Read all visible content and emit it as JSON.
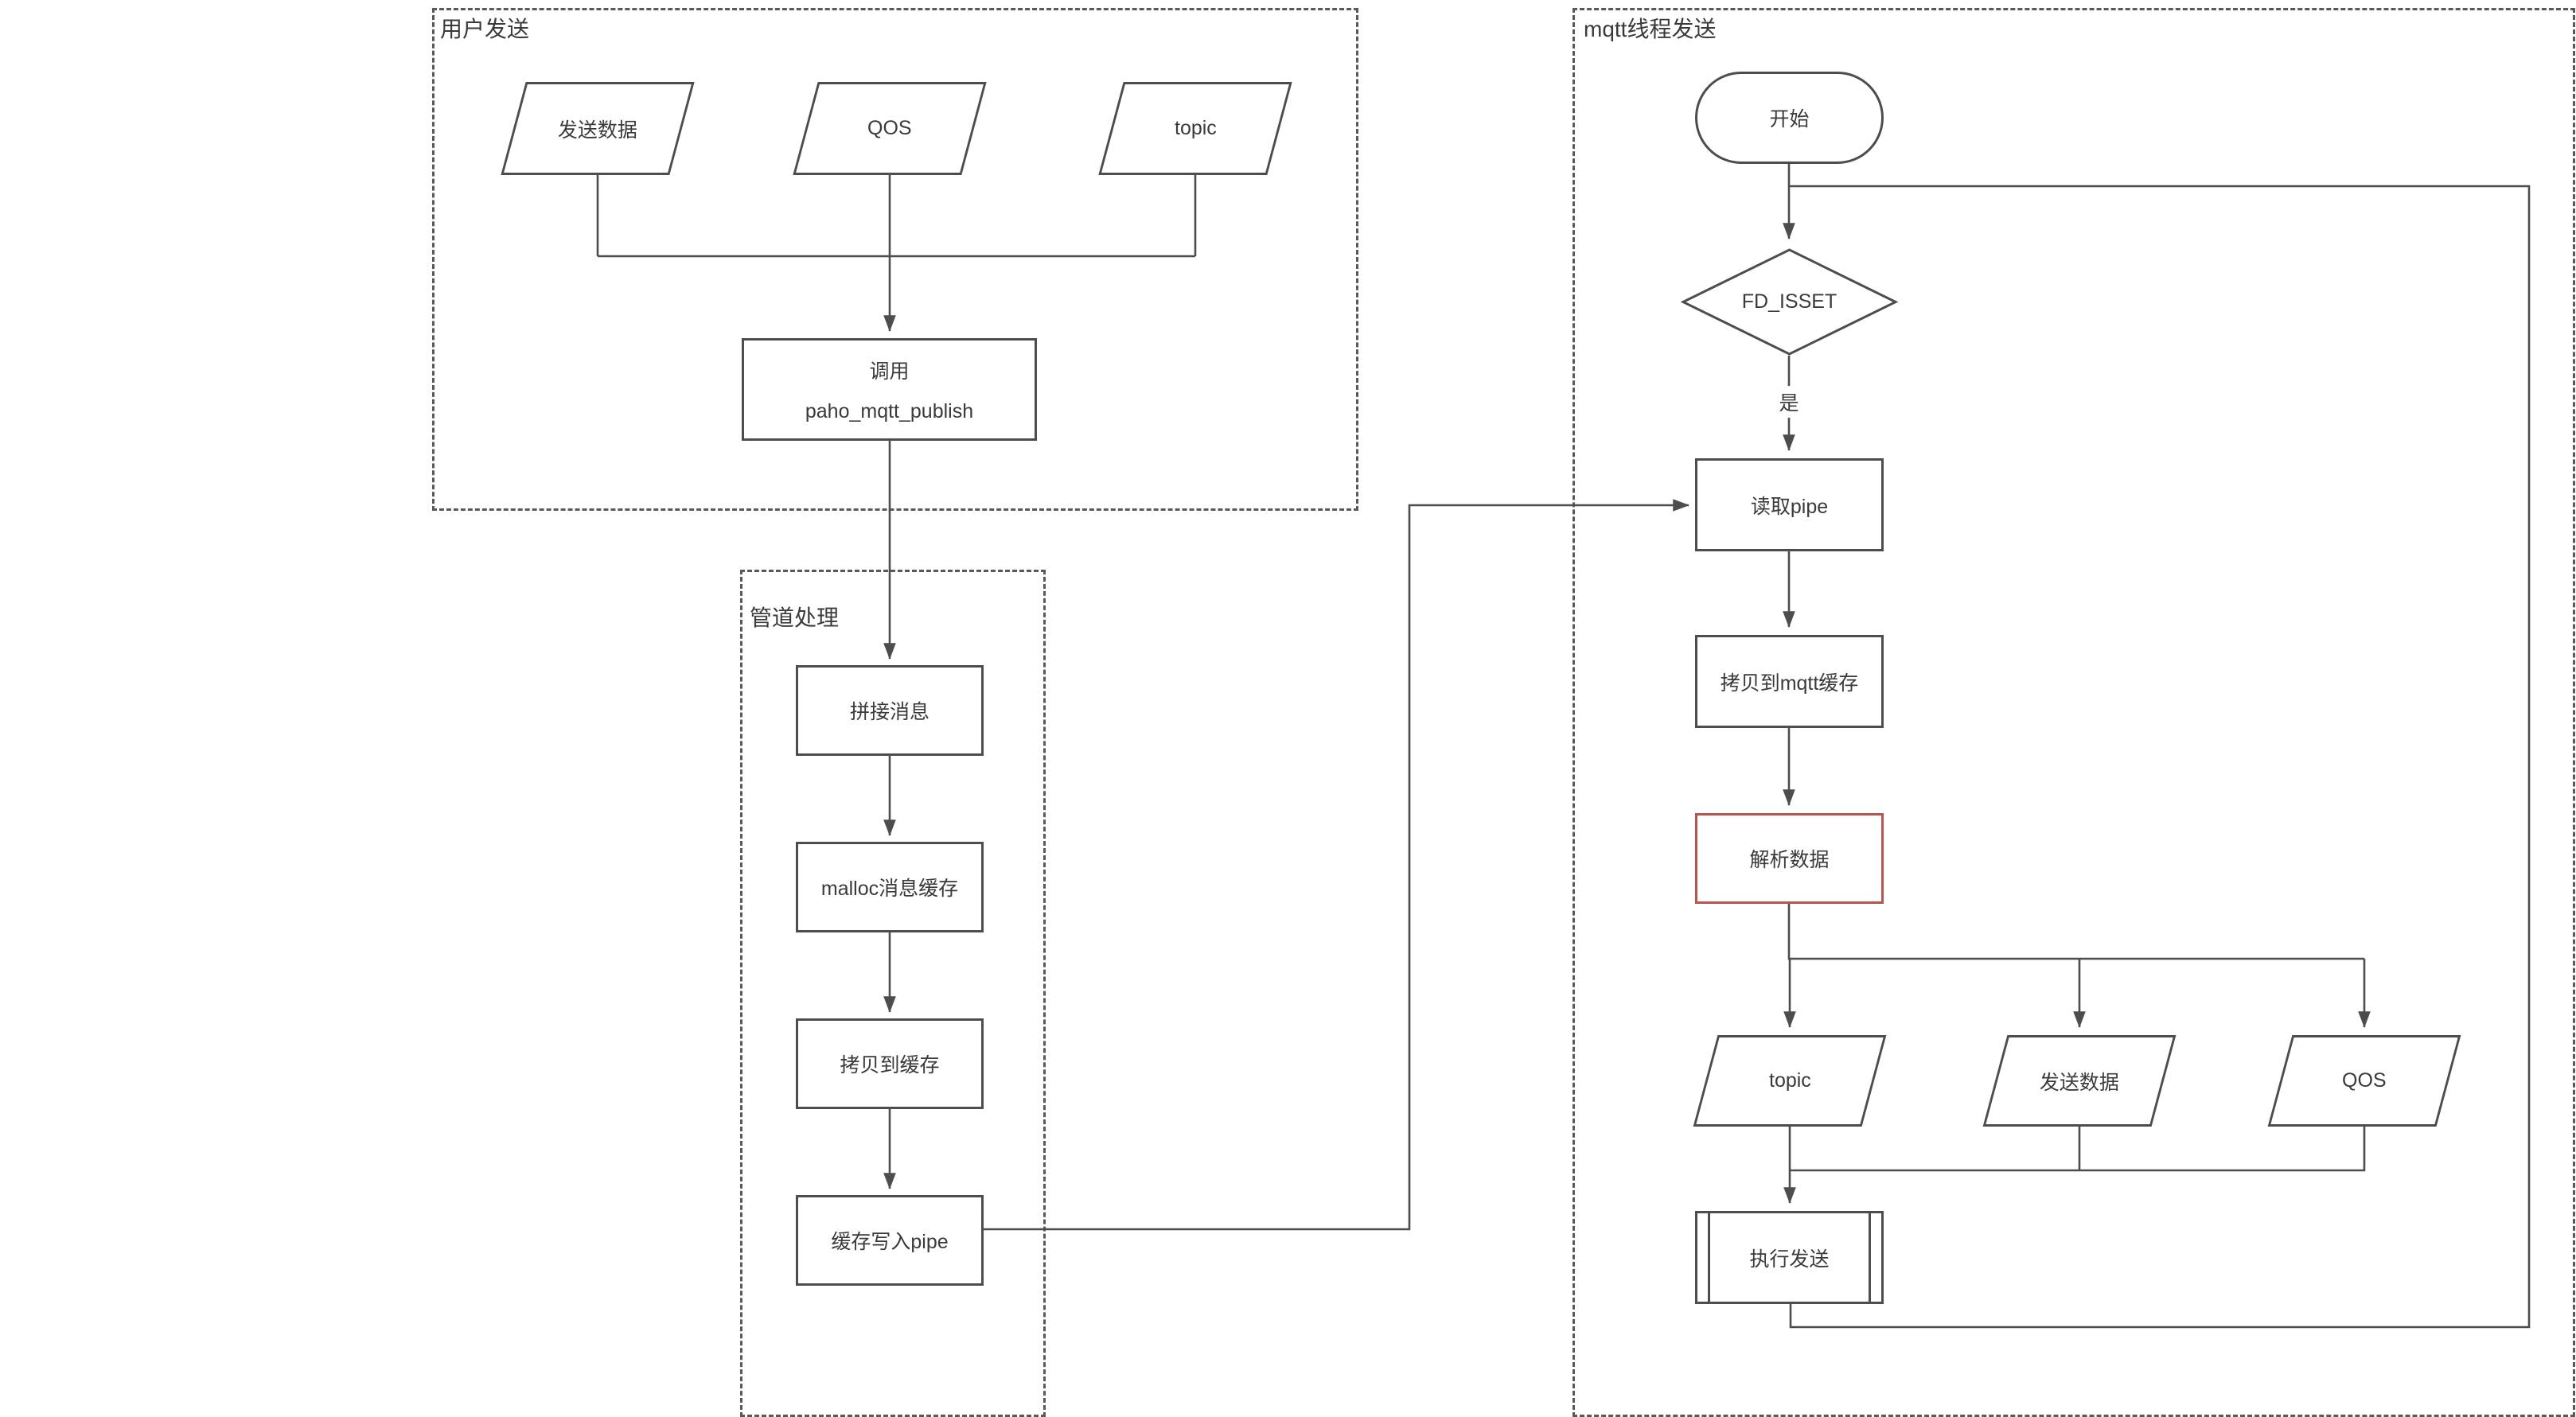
{
  "diagram": {
    "colors": {
      "stroke": "#4d4d4d",
      "dashed_border": "#595959",
      "text": "#3a3a3a",
      "highlight_border": "#b85450",
      "background": "#ffffff"
    },
    "containers": {
      "user_send": {
        "title": "用户发送"
      },
      "pipe": {
        "title": "管道处理"
      },
      "mqtt": {
        "title": "mqtt线程发送"
      }
    },
    "nodes": {
      "send_data_in": "发送数据",
      "qos_in": "QOS",
      "topic_in": "topic",
      "call_line1": "调用",
      "call_line2": "paho_mqtt_publish",
      "concat_msg": "拼接消息",
      "malloc_buf": "malloc消息缓存",
      "copy_buf": "拷贝到缓存",
      "write_pipe": "缓存写入pipe",
      "start": "开始",
      "fd_isset": "FD_ISSET",
      "read_pipe": "读取pipe",
      "copy_mqtt": "拷贝到mqtt缓存",
      "parse_data": "解析数据",
      "topic_out": "topic",
      "send_data_out": "发送数据",
      "qos_out": "QOS",
      "exec_send": "执行发送"
    },
    "edge_labels": {
      "yes": "是"
    }
  }
}
